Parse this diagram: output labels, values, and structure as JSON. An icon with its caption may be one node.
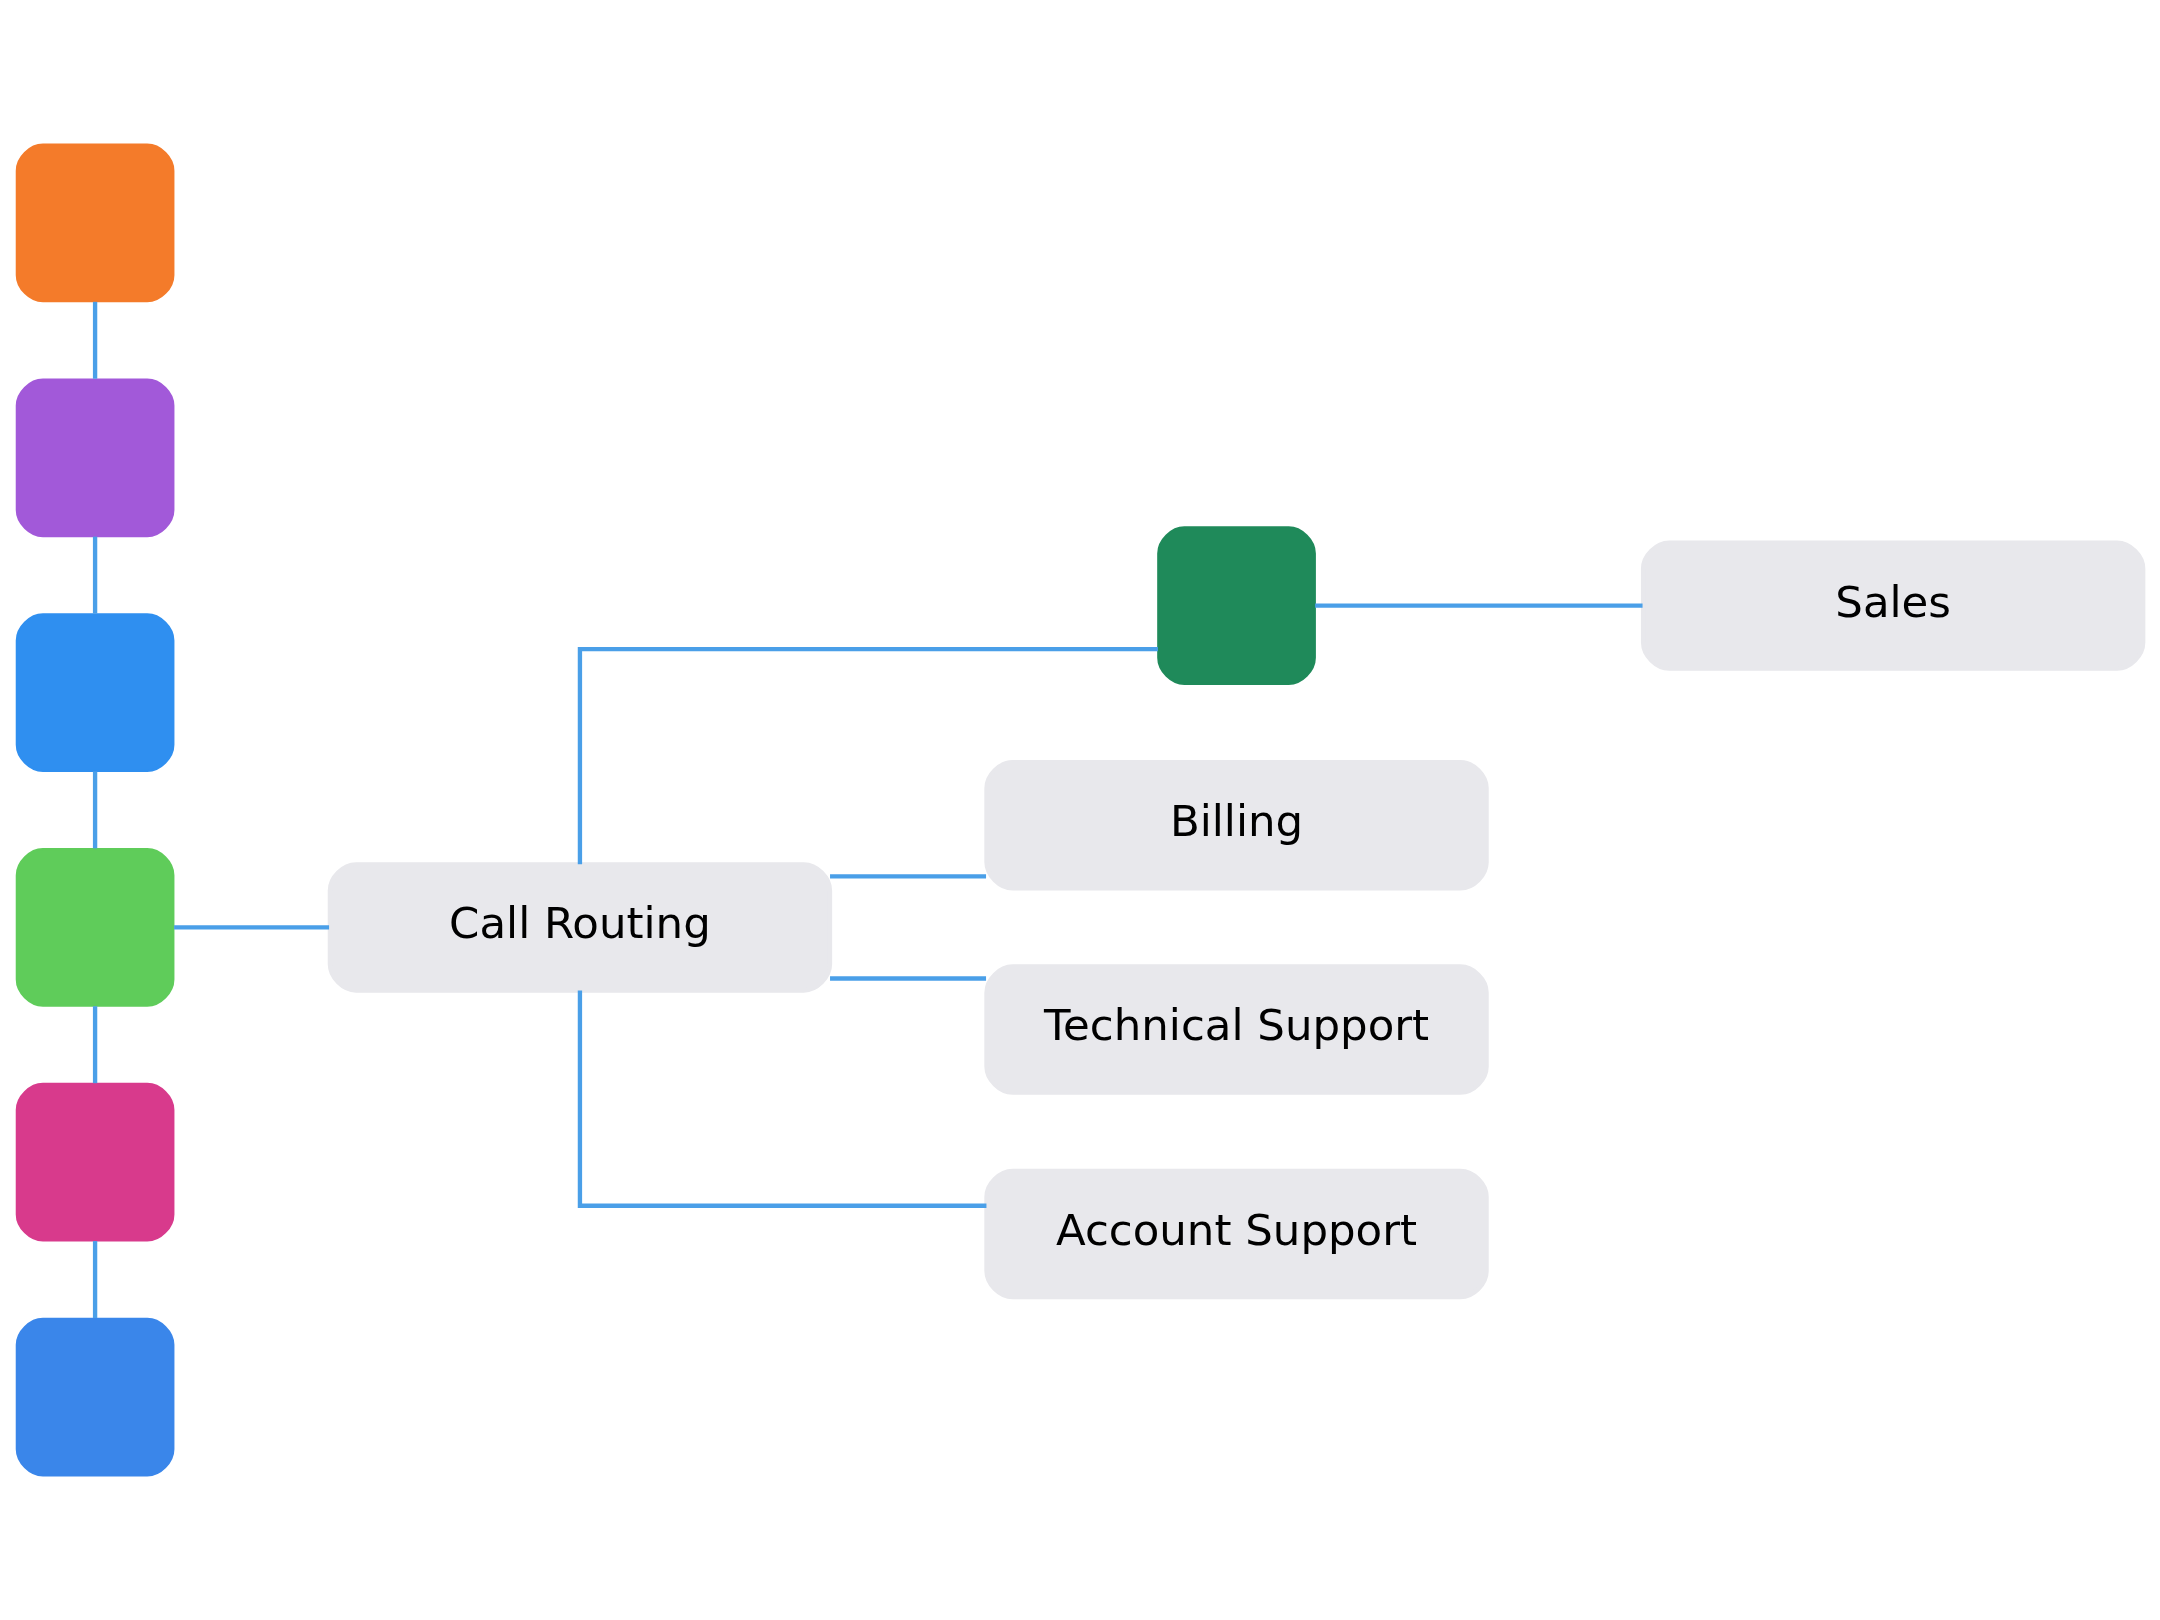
{
  "diagram": {
    "nodes": [
      {
        "text": [],
        "shape": "box"
      },
      {
        "text": [],
        "shape": "box"
      },
      {
        "text": [],
        "shape": "box"
      },
      {
        "text": [],
        "shape": "box"
      },
      {
        "text": [],
        "shape": "box"
      },
      {
        "text": [],
        "shape": "box"
      },
      {
        "text": [
          "Call Routing"
        ]
      },
      {
        "text": [],
        "shape": "box"
      },
      {
        "text": [
          "Sales"
        ]
      },
      {
        "text": [
          "Billing"
        ]
      },
      {
        "text": [
          "Technical Support"
        ]
      },
      {
        "text": [
          "Account Support"
        ]
      }
    ],
    "edges": [
      {
        "from": 0,
        "to": 1,
        "arrow": "none"
      },
      {
        "from": 1,
        "to": 2,
        "arrow": "none"
      },
      {
        "from": 2,
        "to": 3,
        "arrow": "none"
      },
      {
        "from": 3,
        "to": 4,
        "arrow": "none"
      },
      {
        "from": 4,
        "to": 5,
        "arrow": "none"
      },
      {
        "from": 3,
        "to": 6,
        "arrow": "none"
      },
      {
        "from": 6,
        "to": 7,
        "arrow": "none"
      },
      {
        "from": 7,
        "to": 8,
        "arrow": "none"
      },
      {
        "from": 6,
        "to": 9,
        "arrow": "none"
      },
      {
        "from": 6,
        "to": 10,
        "arrow": "none"
      },
      {
        "from": 6,
        "to": 11,
        "arrow": "none"
      }
    ]
  }
}
